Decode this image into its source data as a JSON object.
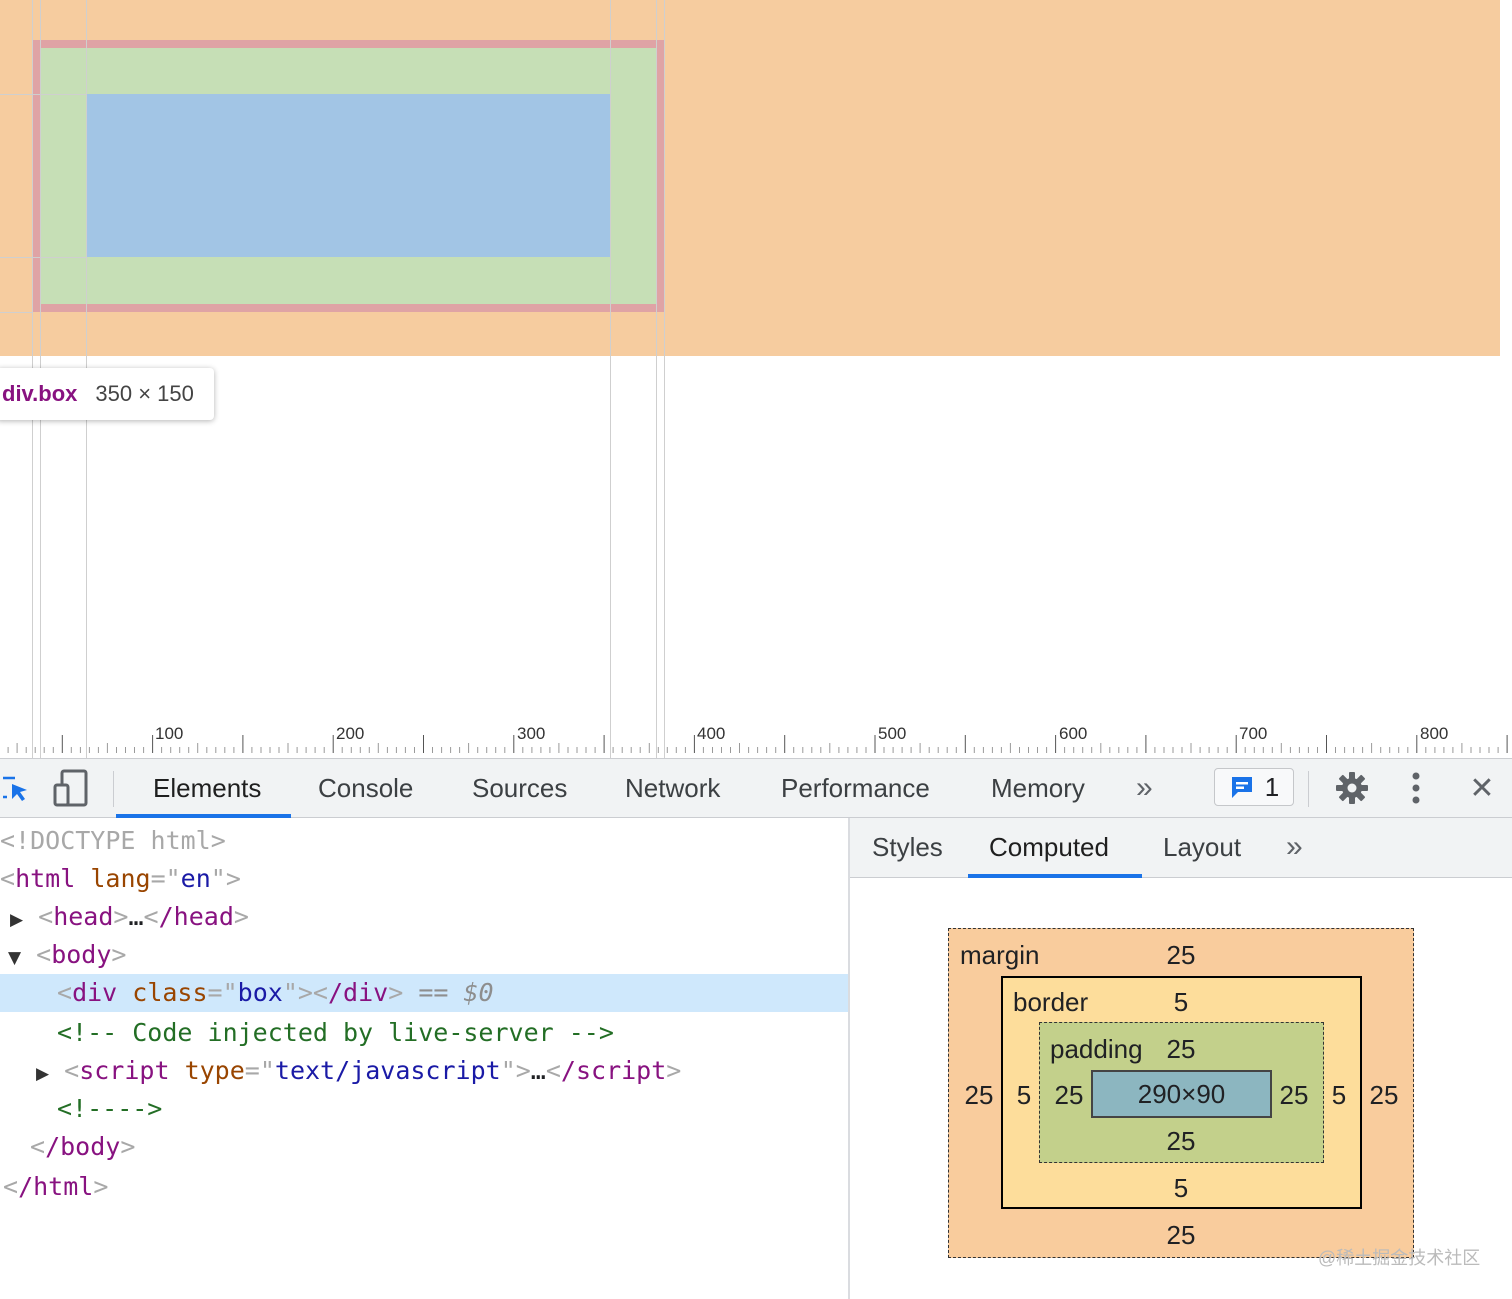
{
  "viewport": {
    "tooltip": {
      "tag": "div.box",
      "size": "350 × 150"
    },
    "ruler_labels": [
      "100",
      "200",
      "300",
      "400",
      "500",
      "600",
      "700",
      "800"
    ],
    "overlay_colors": {
      "margin": "#f6cc9f",
      "border": "#dfa3a5",
      "padding": "#c6dfb6",
      "content": "#a2c5e5"
    }
  },
  "toolbar": {
    "tabs": [
      "Elements",
      "Console",
      "Sources",
      "Network",
      "Performance",
      "Memory"
    ],
    "active_tab": "Elements",
    "more_label": "»",
    "issues_count": "1",
    "close_label": "✕"
  },
  "elements": {
    "doctype": {
      "open": "<!DOCTYPE ",
      "name": "html",
      "close": ">"
    },
    "html_line": {
      "tag": "html",
      "attr": "lang",
      "value": "en"
    },
    "head_line": {
      "tag": "head",
      "ellipsis": "…",
      "close_tag": "/head"
    },
    "body_line": {
      "tag": "body"
    },
    "div_line": {
      "tag": "div",
      "attr": "class",
      "value": "box",
      "close_tag": "/div",
      "ref": "== $0"
    },
    "comment_line": "<!-- Code injected by live-server -->",
    "script_line": {
      "tag": "script",
      "attr": "type",
      "value": "text/javascript",
      "ellipsis": "…",
      "close_tag": "/script"
    },
    "comment_line2": "<!---->",
    "body_close": "/body",
    "html_close": "/html"
  },
  "sidebar": {
    "tabs": [
      "Styles",
      "Computed",
      "Layout"
    ],
    "active_tab": "Computed",
    "more_label": "»",
    "box_model": {
      "margin": {
        "label": "margin",
        "top": "25",
        "right": "25",
        "bottom": "25",
        "left": "25"
      },
      "border": {
        "label": "border",
        "top": "5",
        "right": "5",
        "bottom": "5",
        "left": "5"
      },
      "padding": {
        "label": "padding",
        "top": "25",
        "right": "25",
        "bottom": "25",
        "left": "25"
      },
      "content": "290×90"
    }
  },
  "watermark": "@稀土掘金技术社区"
}
